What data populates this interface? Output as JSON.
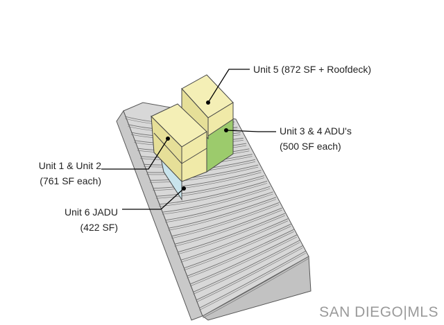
{
  "labels": {
    "unit5": {
      "line1": "Unit 5 (872 SF + Roofdeck)"
    },
    "unit34": {
      "line1": "Unit 3 & 4 ADU's",
      "line2": "(500 SF each)"
    },
    "unit12": {
      "line1": "Unit 1 & Unit 2",
      "line2": "(761 SF each)"
    },
    "unit6": {
      "line1": "Unit 6 JADU",
      "line2": "(422 SF)"
    }
  },
  "watermark": {
    "text": "SAN DIEGO|MLS"
  },
  "colors": {
    "yellow_top": "#f4efb6",
    "yellow_side": "#e6df98",
    "yellow_front": "#f0eaa8",
    "green": "#9ccb6c",
    "light_blue": "#c9e4ec",
    "terrain_side": "#c9c9c9",
    "terrain_shadow": "#b9b9b9",
    "contour": "#6f6f6f",
    "leader": "#000000"
  }
}
